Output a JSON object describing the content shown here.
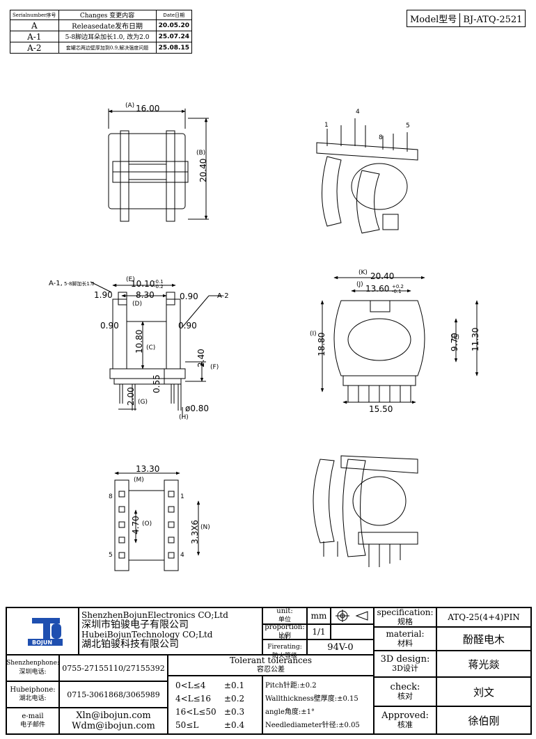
{
  "revision_table": {
    "headers": [
      "Serialnumber序号",
      "Changes 变更内容",
      "Date日期"
    ],
    "rows": [
      {
        "serial": "A",
        "change": "Releasedate发布日期",
        "date": "20.05.20"
      },
      {
        "serial": "A-1",
        "change": "5-8脚边耳朵加长1.0, 改为2.0",
        "date": "25.07.24"
      },
      {
        "serial": "A-2",
        "change": "套罐芯两边壁厚加到0.9,解决强度问题",
        "date": "25.08.15"
      }
    ]
  },
  "model": {
    "label": "Model型号",
    "value": "BJ-ATQ-2521"
  },
  "dims": {
    "A": "(A)",
    "A_val": "16.00",
    "B": "(B)",
    "B_val": "20.40",
    "E": "(E)",
    "E_val": "10.10",
    "E_tol_up": "-0.1",
    "E_tol_dn": "-0.2",
    "D": "(D)",
    "D_val": "8.30",
    "C": "(C)",
    "C_val": "10.80",
    "F": "(F)",
    "F_val": "2.40",
    "G": "(G)",
    "G_val": "2.00",
    "H": "(H)",
    "H_val": "ø0.80",
    "v055": "0.55",
    "v190": "1.90",
    "v090a": "0.90",
    "v090b": "0.90",
    "v090c": "0.90",
    "A1_note": "A-1,",
    "A1_note2": "5-8脚加长1.0",
    "A2_note": "A-2",
    "K": "(K)",
    "K_val": "20.40",
    "J": "(J)",
    "J_val": "13.60",
    "J_tol_up": "+0.2",
    "J_tol_dn": "-0.1",
    "I": "(I)",
    "I_val": "18.80",
    "L": "(L)",
    "L_val": "9.70",
    "L2_val": "11.30",
    "bottom_val": "15.50",
    "M": "(M)",
    "M_val": "13.30",
    "O": "(O)",
    "O_val": "4.70",
    "N": "(N)",
    "N_val": "3.3X6",
    "pin1": "1",
    "pin4": "4",
    "pin5": "5",
    "pin8": "8",
    "iso_pin1": "1",
    "iso_pin4": "4",
    "iso_pin5": "5",
    "iso_pin8": "8"
  },
  "title_block": {
    "logo_text": "BOJUN",
    "company_en1": "ShenzhenBojunElectronics CO;Ltd",
    "company_cn1": "深圳市铂骏电子有限公司",
    "company_en2": "HubeiBojunTechnology CO;Ltd",
    "company_cn2": "湖北铂骏科技有限公司",
    "unit_label": "unit:",
    "unit_label_cn": "单位",
    "unit_value": "mm",
    "proportion_label": "proportion:",
    "proportion_label_cn": "比例",
    "proportion_value": "1/1",
    "ul_label": "UL Firerating:",
    "ul_label_cn": "防火等级",
    "ul_value": "94V-0",
    "spec_label": "specification:",
    "spec_label_cn": "规格",
    "spec_value": "ATQ-25(4+4)PIN",
    "material_label": "material:",
    "material_label_cn": "材料",
    "material_value": "酚醛电木",
    "design_label": "3D design:",
    "design_label_cn": "3D设计",
    "design_value": "蒋光燚",
    "check_label": "check:",
    "check_label_cn": "核对",
    "check_value": "刘文",
    "approved_label": "Approved:",
    "approved_label_cn": "核准",
    "approved_value": "徐伯刚",
    "sz_phone_label": "Shenzhenphone:",
    "sz_phone_label_cn": "深圳电话:",
    "sz_phone": "0755-27155110/27155392",
    "hb_phone_label": "Hubeiphone:",
    "hb_phone_label_cn": "湖北电话:",
    "hb_phone": "0715-3061868/3065989",
    "email_label": "e-mail",
    "email_label_cn": "电子邮件",
    "email1": "Xln@ibojun.com",
    "email2": "Wdm@ibojun.com",
    "tol_title": "Tolerant tolerances",
    "tol_title_cn": "容忍公差",
    "tolerances": [
      {
        "range": "0<L≤4",
        "value": "±0.1"
      },
      {
        "range": "4<L≤16",
        "value": "±0.2"
      },
      {
        "range": "16<L≤50",
        "value": "±0.3"
      },
      {
        "range": "50≤L",
        "value": "±0.4"
      }
    ],
    "notes": [
      "Pitch针距:±0.2",
      "Wallthickness壁厚度:±0.15",
      "angle角度:±1°",
      "Needlediameter针径:±0.05"
    ]
  }
}
